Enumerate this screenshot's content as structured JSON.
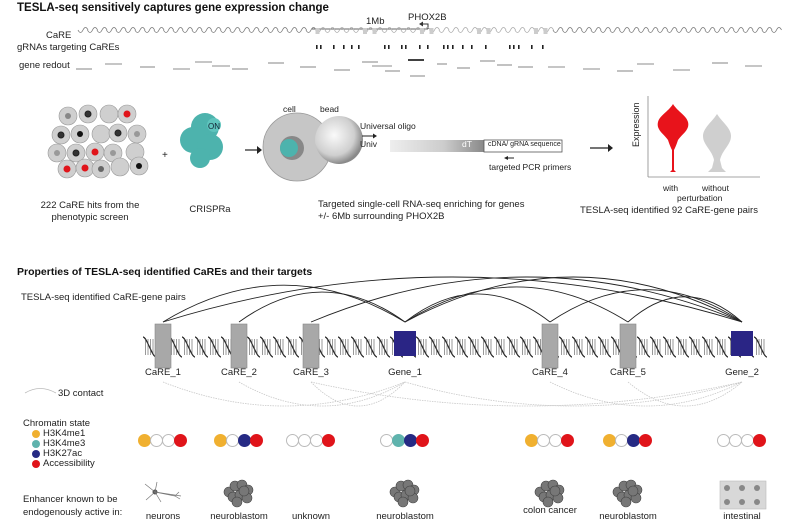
{
  "colors": {
    "H3K4me1": "#f0b030",
    "H3K4me3": "#5fb3ad",
    "H3K27ac": "#262a84",
    "Accessibility": "#e0141a",
    "empty": "#ffffff",
    "care_box": "#a8a8a8",
    "gene_box": "#2a2585",
    "crispr": "#4db3ad",
    "violin_with": "#e8131b",
    "violin_without": "#cfcfcf"
  },
  "top": {
    "title": "TESLA-seq sensitively captures gene expression change",
    "scale_label": "1Mb",
    "gene_label": "PHOX2B",
    "track_labels": [
      "CaRE",
      "gRNAs targeting CaREs",
      "gene redout"
    ],
    "steps": [
      {
        "caption": "222 CaRE hits from the phenotypic screen"
      },
      {
        "caption": "CRISPRa",
        "badge": "ON"
      },
      {
        "cell_label": "cell",
        "bead_label": "bead",
        "oligo_label": "Universal oligo",
        "univ_label": "Univ",
        "dt_label": "dT",
        "seq_label": "cDNA/ gRNA sequence",
        "primer_label": "targeted PCR primers",
        "caption": "Targeted single-cell RNA-seq enriching for genes +/- 6Mb surrounding PHOX2B"
      },
      {
        "ylabel": "Expression",
        "x_labels": [
          "with",
          "without"
        ],
        "x_title": "perturbation",
        "caption": "TESLA-seq identified 92 CaRE-gene pairs"
      }
    ]
  },
  "bottom": {
    "title": "Properties of TESLA-seq identified  CaREs and their targets",
    "pairs_label": "TESLA-seq identified CaRE-gene pairs",
    "contact_label": "3D contact",
    "chromatin_title": "Chromatin state",
    "legend": [
      {
        "key": "H3K4me1",
        "label": "H3K4me1"
      },
      {
        "key": "H3K4me3",
        "label": "H3K4me3"
      },
      {
        "key": "H3K27ac",
        "label": "H3K27ac"
      },
      {
        "key": "Accessibility",
        "label": "Accessibility"
      }
    ],
    "enhancer_label": "Enhancer known to be endogenously active in:",
    "elements": [
      {
        "name": "CaRE_1",
        "type": "care",
        "states": [
          "H3K4me1",
          "empty",
          "empty",
          "Accessibility"
        ],
        "tissue": "neurons",
        "tissue_icon": "neuron-icon"
      },
      {
        "name": "CaRE_2",
        "type": "care",
        "states": [
          "H3K4me1",
          "empty",
          "H3K27ac",
          "Accessibility"
        ],
        "tissue": "neuroblastom",
        "tissue_icon": "cell-cluster-icon"
      },
      {
        "name": "CaRE_3",
        "type": "care",
        "states": [
          "empty",
          "empty",
          "empty",
          "Accessibility"
        ],
        "tissue": "unknown",
        "tissue_icon": ""
      },
      {
        "name": "Gene_1",
        "type": "gene",
        "states": [
          "empty",
          "H3K4me3",
          "H3K27ac",
          "Accessibility"
        ],
        "tissue": "neuroblastom",
        "tissue_icon": "cell-cluster-icon"
      },
      {
        "name": "CaRE_4",
        "type": "care",
        "states": [
          "H3K4me1",
          "empty",
          "empty",
          "Accessibility"
        ],
        "tissue": "colon cancer",
        "tissue_icon": "cell-cluster-icon"
      },
      {
        "name": "CaRE_5",
        "type": "care",
        "states": [
          "H3K4me1",
          "empty",
          "H3K27ac",
          "Accessibility"
        ],
        "tissue": "neuroblastom",
        "tissue_icon": "cell-cluster-icon"
      },
      {
        "name": "Gene_2",
        "type": "gene",
        "states": [
          "empty",
          "empty",
          "empty",
          "Accessibility"
        ],
        "tissue": "intestinal",
        "tissue_icon": "epithelium-icon"
      }
    ]
  }
}
